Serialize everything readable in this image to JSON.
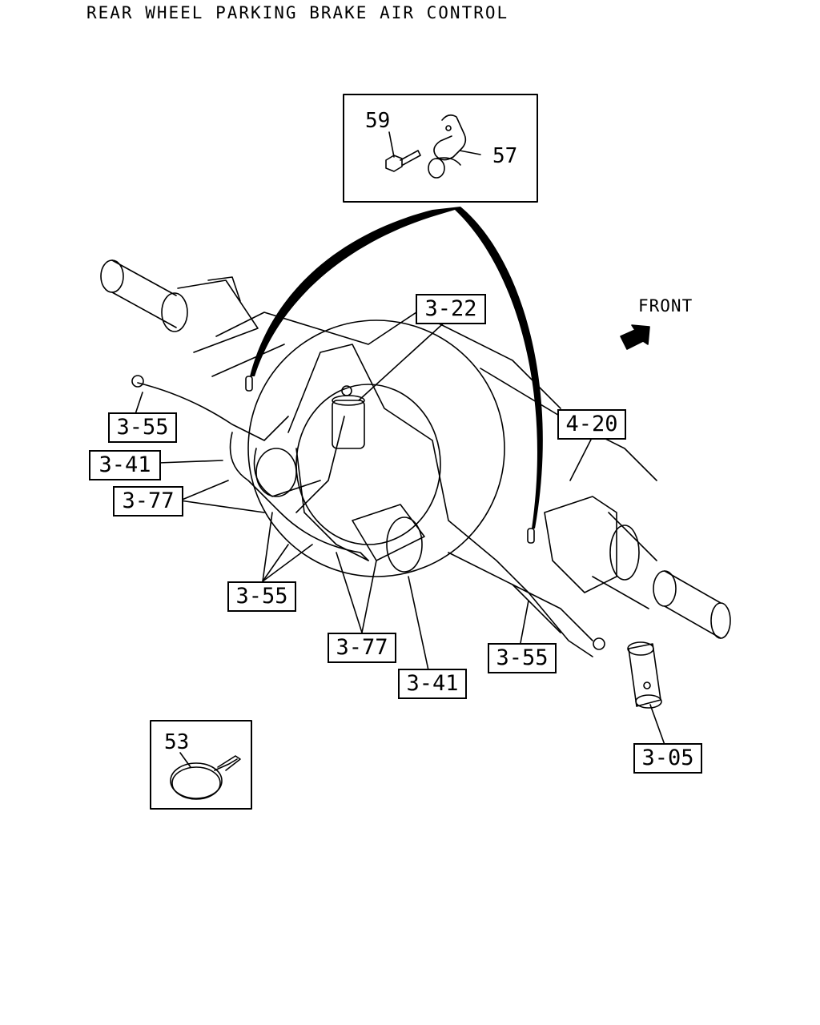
{
  "title": "REAR WHEEL PARKING BRAKE AIR CONTROL",
  "direction_label": "FRONT",
  "callouts": {
    "c1": "3-22",
    "c2": "3-55",
    "c3": "3-41",
    "c4": "3-77",
    "c5": "3-55",
    "c6": "3-77",
    "c7": "3-41",
    "c8": "3-55",
    "c9": "4-20",
    "c10": "3-05"
  },
  "detail_parts": {
    "bolt": "59",
    "clip": "57",
    "band": "53"
  }
}
